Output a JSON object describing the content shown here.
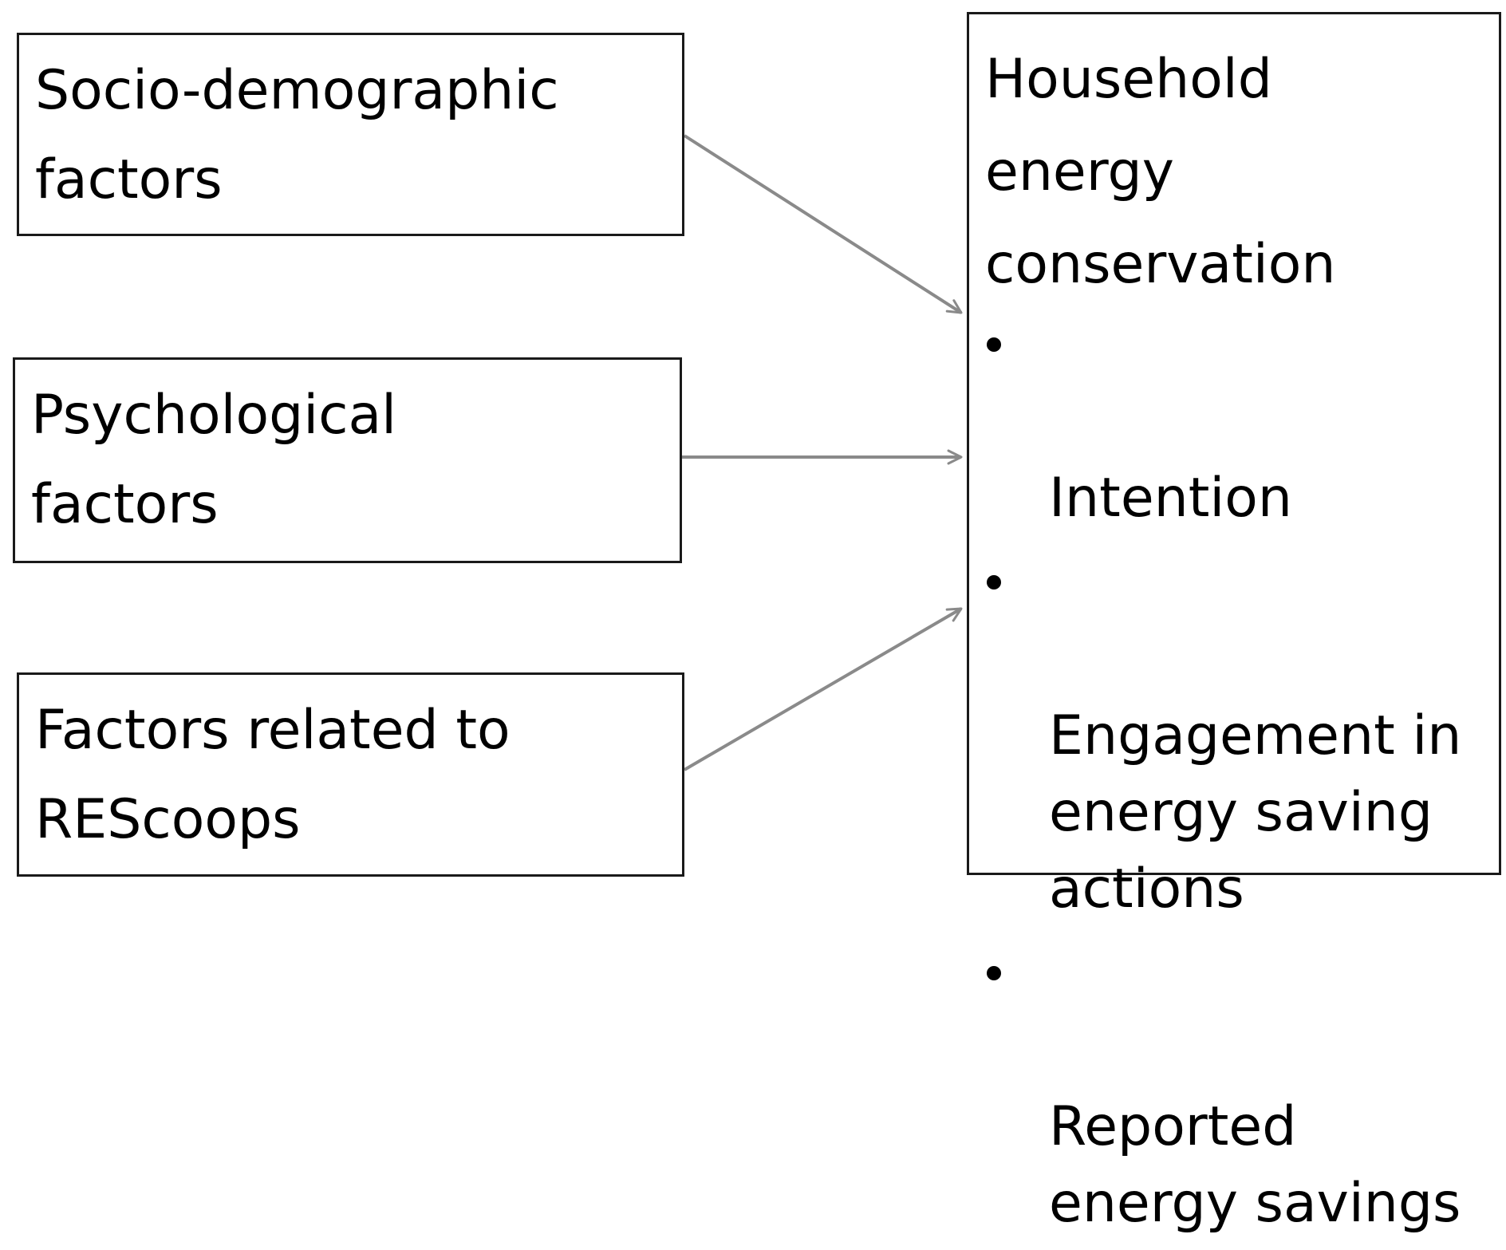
{
  "boxes": {
    "socio": {
      "label": "Socio-demographic\nfactors"
    },
    "psych": {
      "label": "Psychological\nfactors"
    },
    "rescoops": {
      "label": "Factors related to\nREScoops"
    }
  },
  "household": {
    "title": "Household\nenergy\nconservation",
    "items": [
      {
        "label": "Intention"
      },
      {
        "label": "Engagement in\nenergy saving\nactions"
      },
      {
        "label": "Reported\nenergy savings"
      }
    ]
  },
  "style": {
    "arrow_color": "#8a8a8a",
    "border_color": "#1a1a1a"
  }
}
